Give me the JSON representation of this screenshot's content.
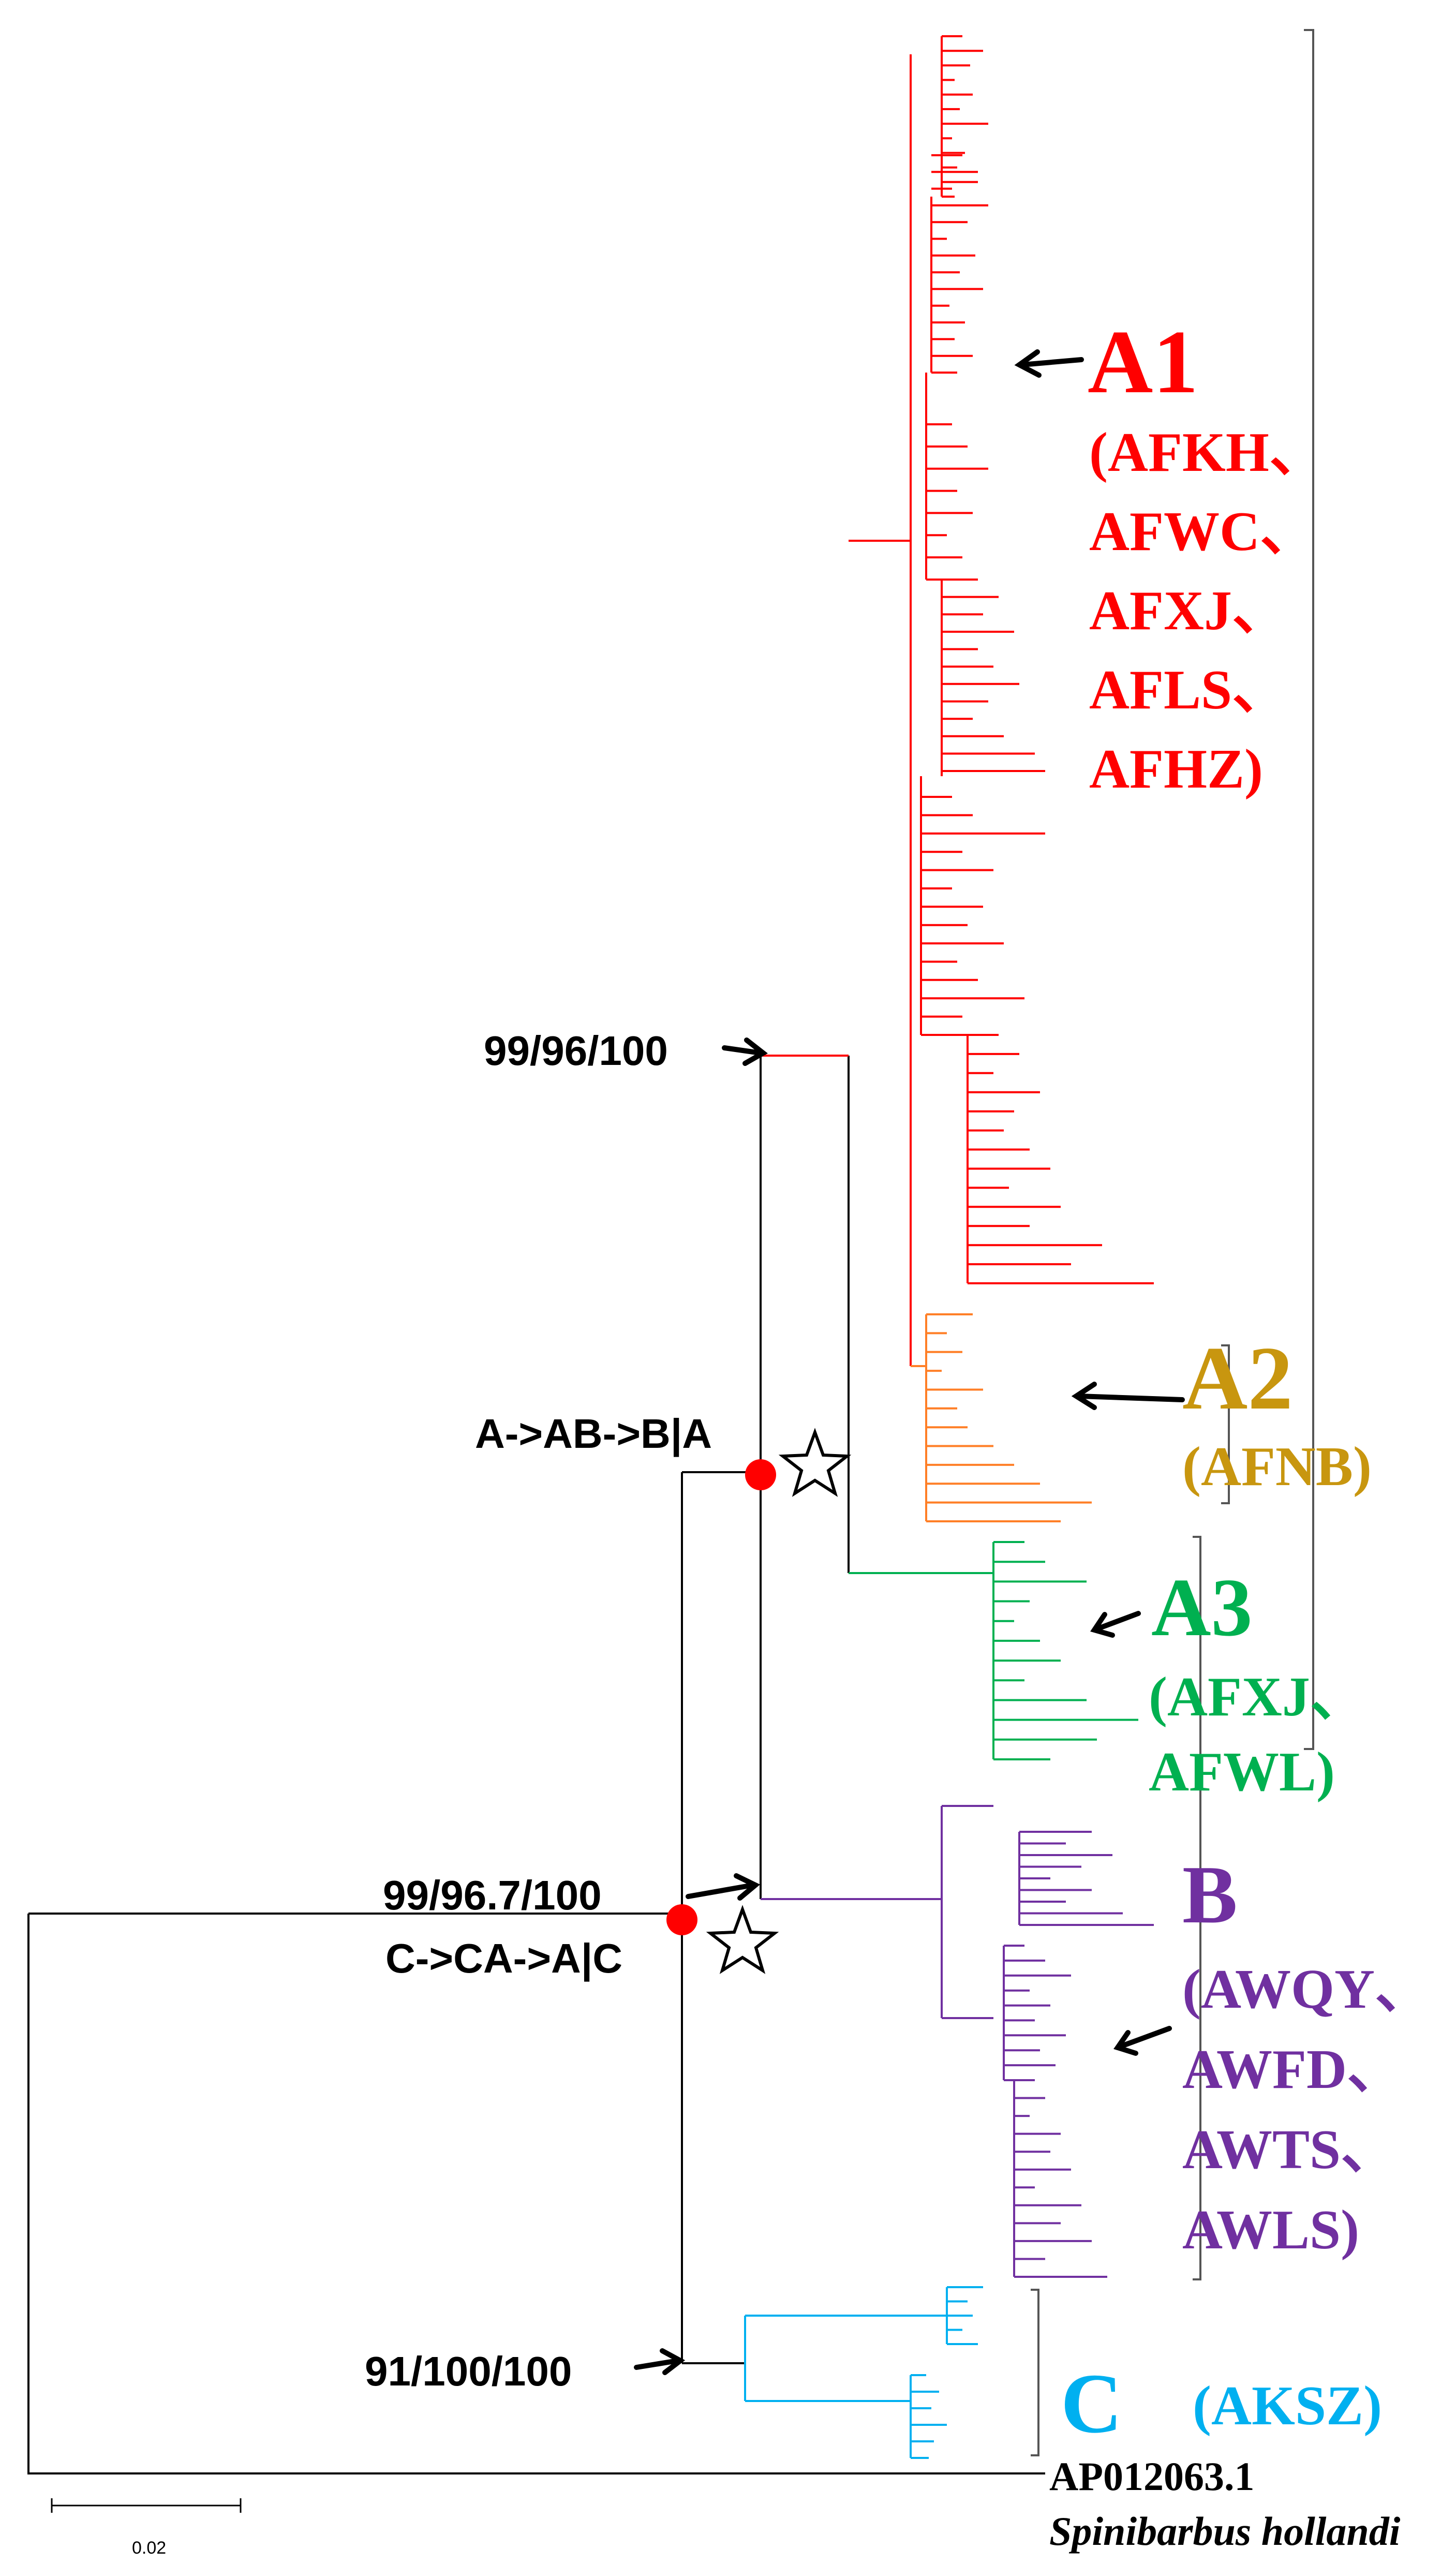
{
  "colors": {
    "A1": "#ff0000",
    "A2": "#ff7f27",
    "A2_label": "#c8960f",
    "A3": "#00b050",
    "B": "#7030a0",
    "C": "#00b0f0",
    "backbone": "#000000",
    "node_marker": "#ff0000"
  },
  "clades": {
    "A1": {
      "name": "A1",
      "members": [
        "(AFKH、",
        "AFWC、",
        "AFXJ、",
        "AFLS、",
        "AFHZ)"
      ]
    },
    "A2": {
      "name": "A2",
      "members": [
        "(AFNB)"
      ]
    },
    "A3": {
      "name": "A3",
      "members": [
        "(AFXJ、",
        "AFWL)"
      ]
    },
    "B": {
      "name": "B",
      "members": [
        "(AWQY、",
        "AWFD、",
        "AWTS、",
        "AWLS)"
      ]
    },
    "C": {
      "name": "C",
      "members": [
        "(AKSZ)"
      ]
    }
  },
  "supports": {
    "a_clade": "99/96/100",
    "ab_clade": "99/96.7/100",
    "c_clade": "91/100/100"
  },
  "ancestral_areas": {
    "ab_node": "A->AB->B|A",
    "root_node": "C->CA->A|C"
  },
  "outgroup": {
    "accession": "AP012063.1",
    "species": "Spinibarbus hollandi"
  },
  "scale_bar": {
    "label": "0.02"
  },
  "icons": {
    "star": "star-icon",
    "node": "node-dot-icon"
  }
}
